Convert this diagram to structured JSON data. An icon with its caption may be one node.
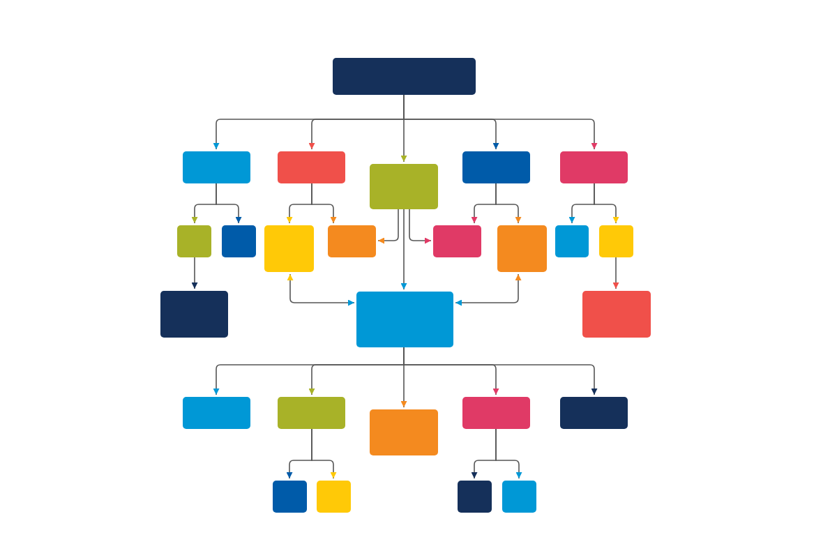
{
  "diagram": {
    "nodes": [
      {
        "text": [],
        "shape": "box"
      },
      {
        "text": [],
        "shape": "box"
      },
      {
        "text": [],
        "shape": "box"
      },
      {
        "text": [],
        "shape": "box"
      },
      {
        "text": [],
        "shape": "box"
      },
      {
        "text": [],
        "shape": "box"
      },
      {
        "text": [],
        "shape": "box"
      },
      {
        "text": [],
        "shape": "box"
      },
      {
        "text": [],
        "shape": "box"
      },
      {
        "text": [],
        "shape": "box"
      },
      {
        "text": [],
        "shape": "box"
      },
      {
        "text": [],
        "shape": "box"
      },
      {
        "text": [],
        "shape": "box"
      },
      {
        "text": [],
        "shape": "box"
      },
      {
        "text": [],
        "shape": "box"
      },
      {
        "text": [],
        "shape": "box"
      },
      {
        "text": [],
        "shape": "box"
      },
      {
        "text": [],
        "shape": "box"
      },
      {
        "text": [],
        "shape": "box"
      },
      {
        "text": [],
        "shape": "box"
      },
      {
        "text": [],
        "shape": "box"
      },
      {
        "text": [],
        "shape": "box"
      },
      {
        "text": [],
        "shape": "box"
      },
      {
        "text": [],
        "shape": "box"
      },
      {
        "text": [],
        "shape": "box"
      },
      {
        "text": [],
        "shape": "box"
      }
    ],
    "edges": [
      {
        "from": 0,
        "to": 1,
        "arrow": "to"
      },
      {
        "from": 0,
        "to": 2,
        "arrow": "to"
      },
      {
        "from": 0,
        "to": 3,
        "arrow": "to"
      },
      {
        "from": 0,
        "to": 4,
        "arrow": "to"
      },
      {
        "from": 0,
        "to": 5,
        "arrow": "to"
      },
      {
        "from": 1,
        "to": 6,
        "arrow": "to"
      },
      {
        "from": 1,
        "to": 7,
        "arrow": "to"
      },
      {
        "from": 2,
        "to": 8,
        "arrow": "to"
      },
      {
        "from": 2,
        "to": 9,
        "arrow": "to"
      },
      {
        "from": 3,
        "to": 9,
        "arrow": "to"
      },
      {
        "from": 3,
        "to": 10,
        "arrow": "to"
      },
      {
        "from": 3,
        "to": 15,
        "arrow": "to"
      },
      {
        "from": 4,
        "to": 10,
        "arrow": "to"
      },
      {
        "from": 4,
        "to": 11,
        "arrow": "to"
      },
      {
        "from": 5,
        "to": 12,
        "arrow": "to"
      },
      {
        "from": 5,
        "to": 13,
        "arrow": "to"
      },
      {
        "from": 6,
        "to": 14,
        "arrow": "to"
      },
      {
        "from": 8,
        "to": 15,
        "arrow": "both"
      },
      {
        "from": 11,
        "to": 15,
        "arrow": "both"
      },
      {
        "from": 13,
        "to": 16,
        "arrow": "to"
      },
      {
        "from": 15,
        "to": 17,
        "arrow": "to"
      },
      {
        "from": 15,
        "to": 18,
        "arrow": "to"
      },
      {
        "from": 15,
        "to": 19,
        "arrow": "to"
      },
      {
        "from": 15,
        "to": 20,
        "arrow": "to"
      },
      {
        "from": 15,
        "to": 21,
        "arrow": "to"
      },
      {
        "from": 18,
        "to": 22,
        "arrow": "to"
      },
      {
        "from": 18,
        "to": 23,
        "arrow": "to"
      },
      {
        "from": 20,
        "to": 24,
        "arrow": "to"
      },
      {
        "from": 20,
        "to": 25,
        "arrow": "to"
      }
    ]
  }
}
